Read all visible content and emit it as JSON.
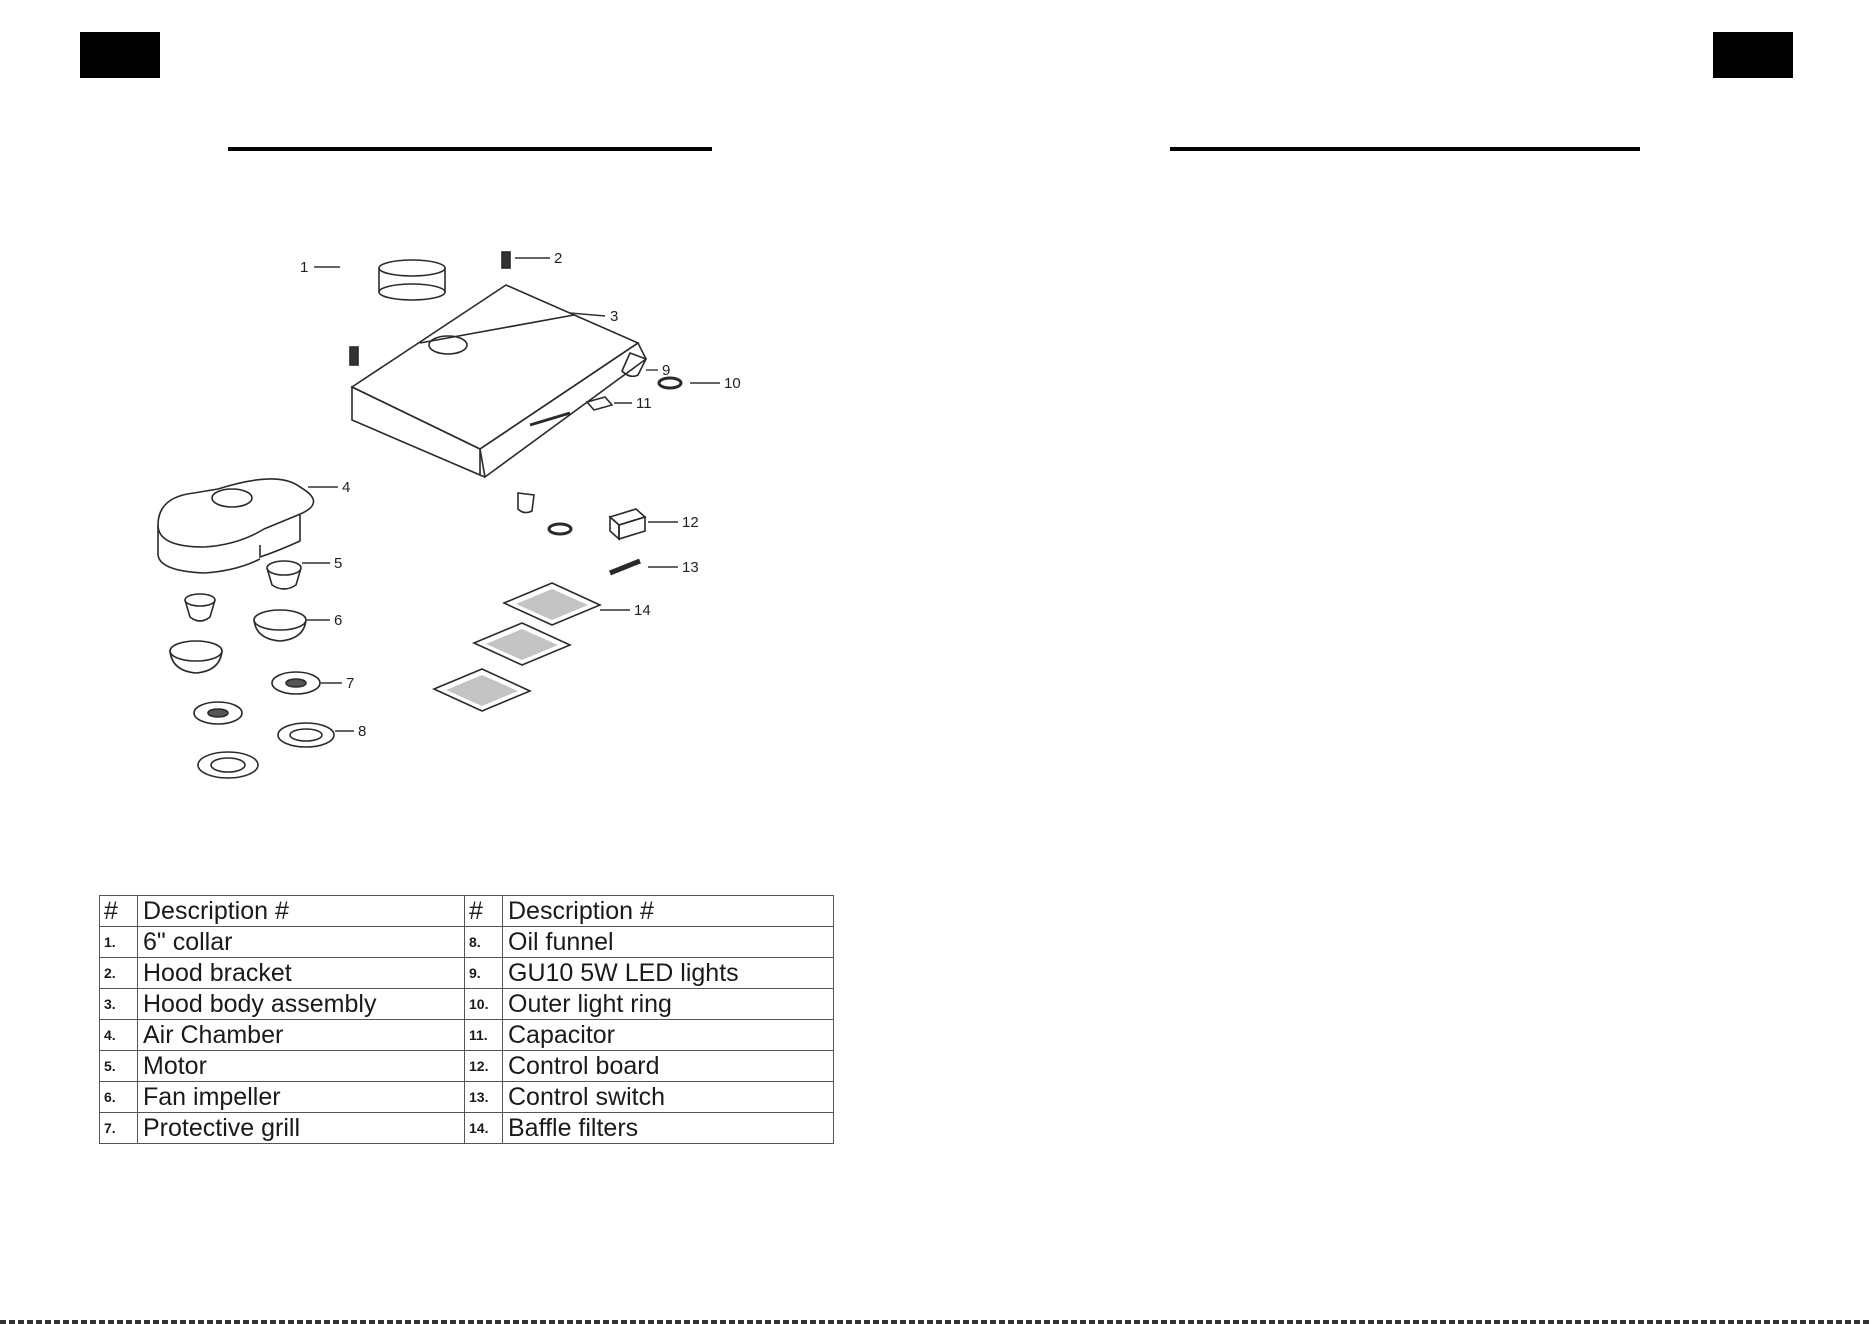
{
  "parts_table": {
    "header": {
      "num": "#",
      "description": "Description #"
    },
    "left_rows": [
      {
        "num": "1.",
        "description": "6\" collar"
      },
      {
        "num": "2.",
        "description": "Hood bracket"
      },
      {
        "num": "3.",
        "description": "Hood body assembly"
      },
      {
        "num": "4.",
        "description": "Air Chamber"
      },
      {
        "num": "5.",
        "description": "Motor"
      },
      {
        "num": "6.",
        "description": "Fan impeller"
      },
      {
        "num": "7.",
        "description": "Protective grill"
      }
    ],
    "right_rows": [
      {
        "num": "8.",
        "description": "Oil funnel"
      },
      {
        "num": "9.",
        "description": "GU10 5W LED lights"
      },
      {
        "num": "10.",
        "description": "Outer light ring"
      },
      {
        "num": "11.",
        "description": "Capacitor"
      },
      {
        "num": "12.",
        "description": "Control board"
      },
      {
        "num": "13.",
        "description": "Control switch"
      },
      {
        "num": "14.",
        "description": "Baffle filters"
      }
    ]
  },
  "diagram": {
    "callouts": [
      "1",
      "2",
      "3",
      "4",
      "5",
      "6",
      "7",
      "8",
      "9",
      "10",
      "11",
      "12",
      "13",
      "14"
    ]
  }
}
